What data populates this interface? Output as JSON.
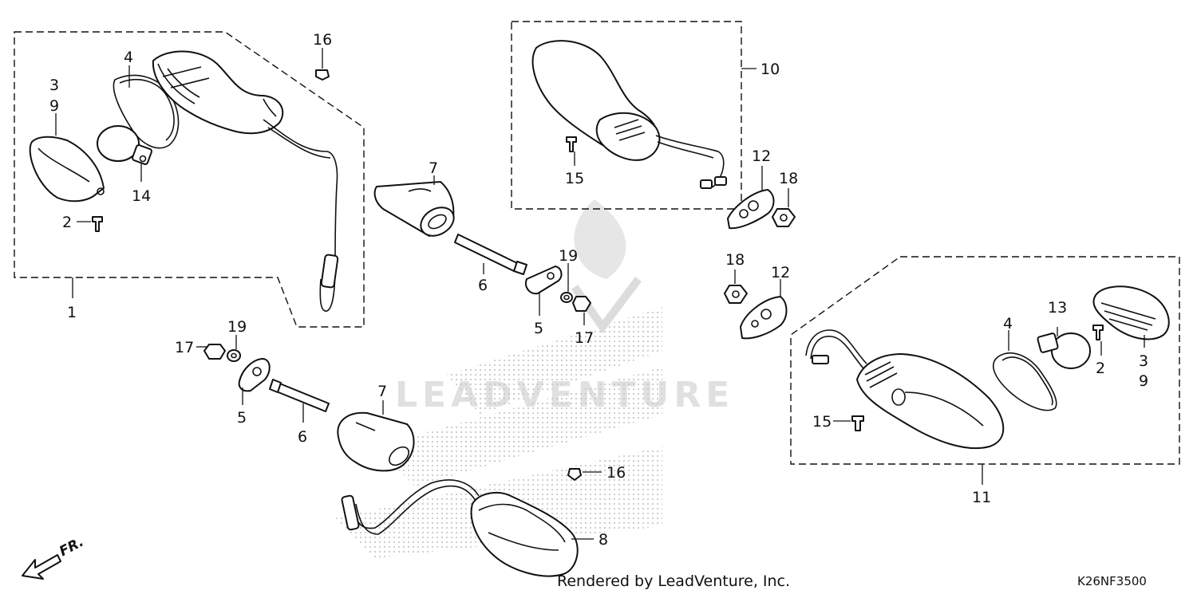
{
  "diagram": {
    "labels": {
      "n1": "1",
      "n2a": "2",
      "n2b": "2",
      "n3a": "3",
      "n9a": "9",
      "n3b": "3",
      "n9b": "9",
      "n4a": "4",
      "n4b": "4",
      "n5a": "5",
      "n5b": "5",
      "n6a": "6",
      "n6b": "6",
      "n7a": "7",
      "n7b": "7",
      "n8": "8",
      "n10": "10",
      "n11": "11",
      "n12a": "12",
      "n12b": "12",
      "n13": "13",
      "n14": "14",
      "n15a": "15",
      "n15b": "15",
      "n16a": "16",
      "n16b": "16",
      "n17a": "17",
      "n17b": "17",
      "n18a": "18",
      "n18b": "18",
      "n19a": "19",
      "n19b": "19"
    },
    "watermark": "LEADVENTURE",
    "credit": "Rendered by LeadVenture, Inc.",
    "code": "K26NF3500",
    "front_indicator": "FR.",
    "colors": {
      "ink": "#111111",
      "watermark": "#c8c8c8",
      "background": "#ffffff"
    }
  }
}
